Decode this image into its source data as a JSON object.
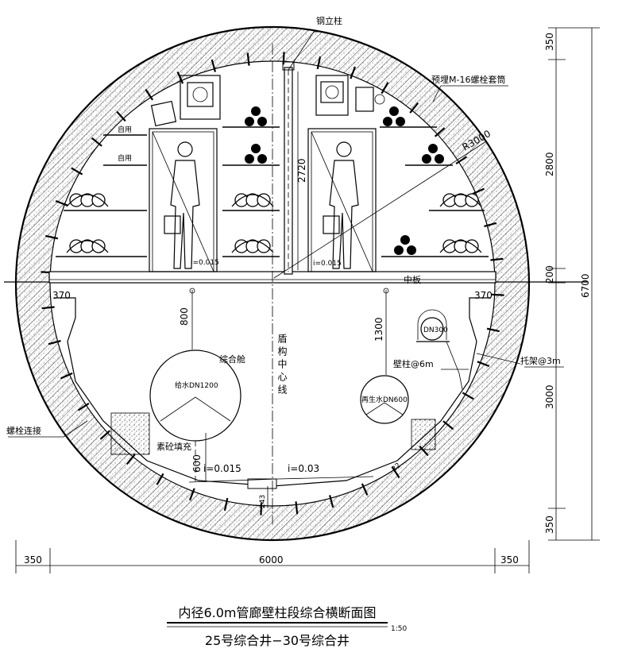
{
  "labels": {
    "steel_column": "钢立柱",
    "embedded_bolt": "预埋M-16螺栓套筒",
    "radius": "R3000",
    "reserved1": "自用",
    "reserved2": "自用",
    "middle_plate": "中板",
    "slope_upper_left": "i=0.015",
    "slope_upper_right": "i=0.015",
    "water_supply": "给水DN1200",
    "reclaimed_water": "再生水DN600",
    "pipe_dn300": "DN300",
    "comprehensive_cabin": "综合舱",
    "shield_centerline": "盾构中心线",
    "wall_column": "壁柱@6m",
    "bracket": "托架@3m",
    "bolt_connection": "螺栓连接",
    "concrete_fill": "素砼填充",
    "slope_lower_left": "i=0.015",
    "slope_lower_right": "i=0.03"
  },
  "dimensions": {
    "v_2720": "2720",
    "v_800": "800",
    "v_1300": "1300",
    "v_600": "600",
    "v_243": "243",
    "v_370_left": "370",
    "v_370_right": "370",
    "right_350_top": "350",
    "right_2800": "2800",
    "right_200": "200",
    "right_3000": "3000",
    "right_350_bottom": "350",
    "right_total": "6700",
    "bottom_350_left": "350",
    "bottom_6000": "6000",
    "bottom_350_right": "350",
    "angle_22": "22"
  },
  "title": {
    "main": "内径6.0m管廊壁柱段综合横断面图",
    "sub": "25号综合井−30号综合井",
    "scale": "1:50"
  }
}
